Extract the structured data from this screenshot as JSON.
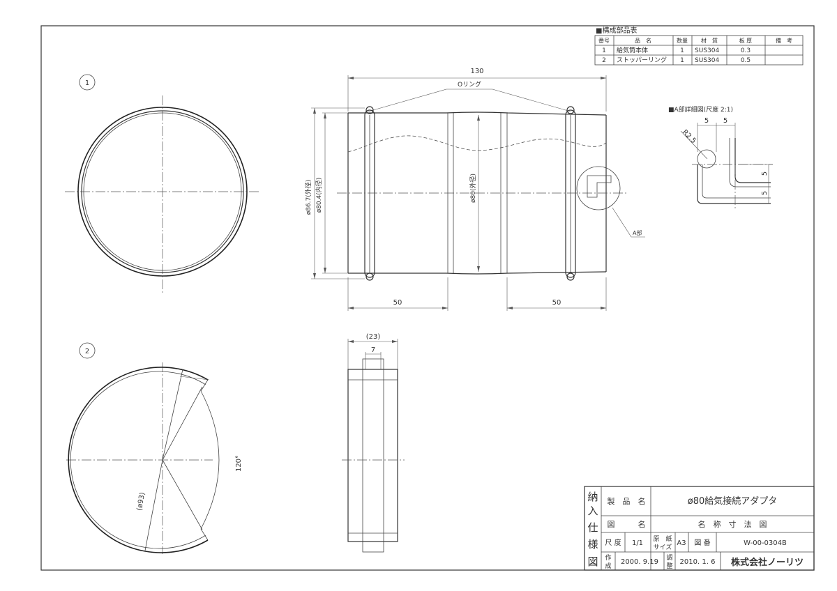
{
  "parts_table": {
    "title": "■構成部品表",
    "headers": [
      "番号",
      "品　名",
      "数量",
      "材　質",
      "板 厚",
      "備　考"
    ],
    "rows": [
      [
        "1",
        "給気筒本体",
        "1",
        "SUS304",
        "0.3",
        ""
      ],
      [
        "2",
        "ストッパーリング",
        "1",
        "SUS304",
        "0.5",
        ""
      ]
    ]
  },
  "views": {
    "view1_marker": "1",
    "view2_marker": "2"
  },
  "dimensions": {
    "overall_length": "130",
    "oring_label": "Oリング",
    "outer_dia": "ø86.7(外径)",
    "inner_dia": "ø80.4(内径)",
    "body_dia": "ø80(外径)",
    "left_length": "50",
    "right_length": "50",
    "detail_callout": "A部",
    "ring_width": "(23)",
    "ring_inner": "7",
    "ring_dia": "(ø93)",
    "ring_angle": "120°"
  },
  "detail": {
    "title": "■A部詳細図(尺度 2:1)",
    "dim_a": "5",
    "dim_b": "5",
    "dim_c": "5",
    "dim_d": "5",
    "radius": "R2.5"
  },
  "title_block": {
    "side_label": [
      "納",
      "入",
      "仕",
      "様",
      "図"
    ],
    "product_name_label": "製　品　名",
    "product_name": "ø80給気接続アダプタ",
    "drawing_name_label": "図　　　名",
    "drawing_name": "名　称　寸　法　図",
    "scale_label": "尺 度",
    "scale": "1/1",
    "paper_label_1": "原　紙",
    "paper_label_2": "サイズ",
    "paper_size": "A3",
    "drawing_no_label": "図 番",
    "drawing_no": "W-00-0304B",
    "created_label_1": "作",
    "created_label_2": "成",
    "created_date": "2000. 9.19",
    "revised_label_1": "調",
    "revised_label_2": "整",
    "revised_date": "2010. 1. 6",
    "company": "株式会社ノーリツ"
  }
}
